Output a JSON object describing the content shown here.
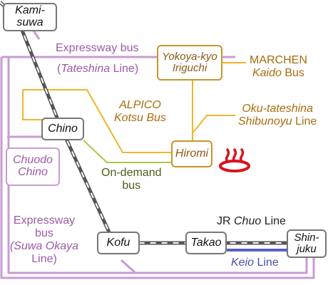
{
  "stations": {
    "kamisuwa": [
      "Kami-",
      "suwa"
    ],
    "chino": "Chino",
    "kofu": "Kofu",
    "takao": "Takao",
    "shinjuku": [
      "Shin-",
      "juku"
    ],
    "yokoya": [
      "Yokoya-kyo",
      "Iriguchi"
    ],
    "hiromi": "Hiromi"
  },
  "routes": {
    "expressway_tateshina": {
      "line1": "Expressway bus",
      "open": "(",
      "name": "Tateshina",
      "close": " Line)"
    },
    "marchen": {
      "line1": "MARCHEN",
      "name": "Kaido",
      "suffix": " Bus"
    },
    "alpico": {
      "line1": "ALPICO",
      "line2": "Kotsu Bus"
    },
    "oku": {
      "line1": "Oku-tateshina",
      "name": "Shibunoyu",
      "suffix": " Line"
    },
    "chuodo": [
      "Chuodo",
      "Chino"
    ],
    "ondemand": [
      "On-demand",
      "bus"
    ],
    "expressway_suwa": {
      "line1": "Expressway",
      "line2": "bus",
      "line3": "(Suwa Okaya",
      "line4": "Line)"
    },
    "jr_chuo": {
      "prefix": "JR ",
      "name": "Chuo",
      "suffix": " Line"
    },
    "keio": {
      "name": "Keio",
      "suffix": " Line"
    }
  },
  "icon": "hot-spring-icon",
  "colors": {
    "rail": "#777777",
    "expressway_bus": "#c99bd3",
    "alpico_bus": "#f0b52e",
    "ondemand_bus": "#a5cc4a",
    "keio_line": "#5a5fbf",
    "onsen": "#d8141c"
  }
}
